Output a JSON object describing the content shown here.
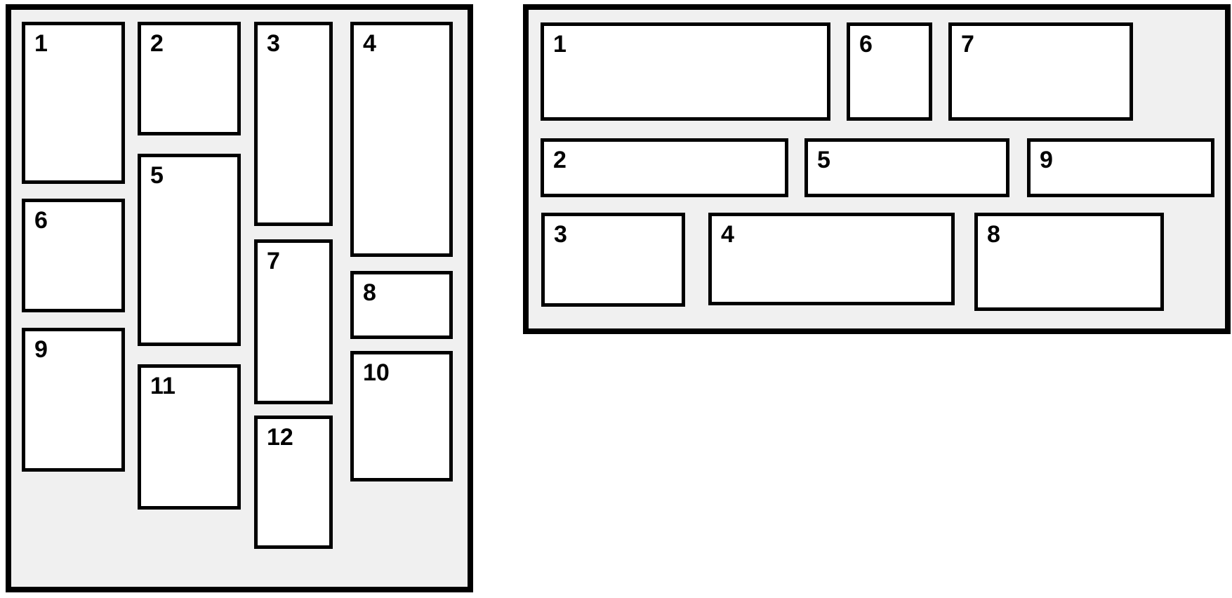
{
  "colors": {
    "page_background": "#ffffff",
    "panel_background": "#f0f0f0",
    "border": "#000000",
    "box_background": "#ffffff",
    "label_text": "#000000"
  },
  "panels": [
    {
      "name": "vertical-masonry-panel",
      "items": [
        "1",
        "2",
        "3",
        "4",
        "5",
        "6",
        "7",
        "8",
        "9",
        "10",
        "11",
        "12"
      ]
    },
    {
      "name": "horizontal-masonry-panel",
      "items": [
        "1",
        "2",
        "3",
        "4",
        "5",
        "6",
        "7",
        "8",
        "9"
      ]
    }
  ]
}
